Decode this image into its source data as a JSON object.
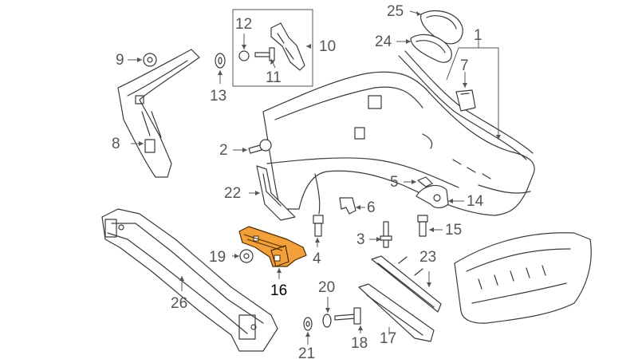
{
  "diagram": {
    "highlight_part": "16",
    "colors": {
      "highlight": "#f2a03a",
      "line": "#3a3a3a",
      "label": "#555555"
    },
    "callouts": [
      "1",
      "2",
      "3",
      "4",
      "5",
      "6",
      "7",
      "8",
      "9",
      "10",
      "11",
      "12",
      "13",
      "14",
      "15",
      "16",
      "17",
      "18",
      "19",
      "20",
      "21",
      "22",
      "23",
      "24",
      "25",
      "26"
    ]
  }
}
